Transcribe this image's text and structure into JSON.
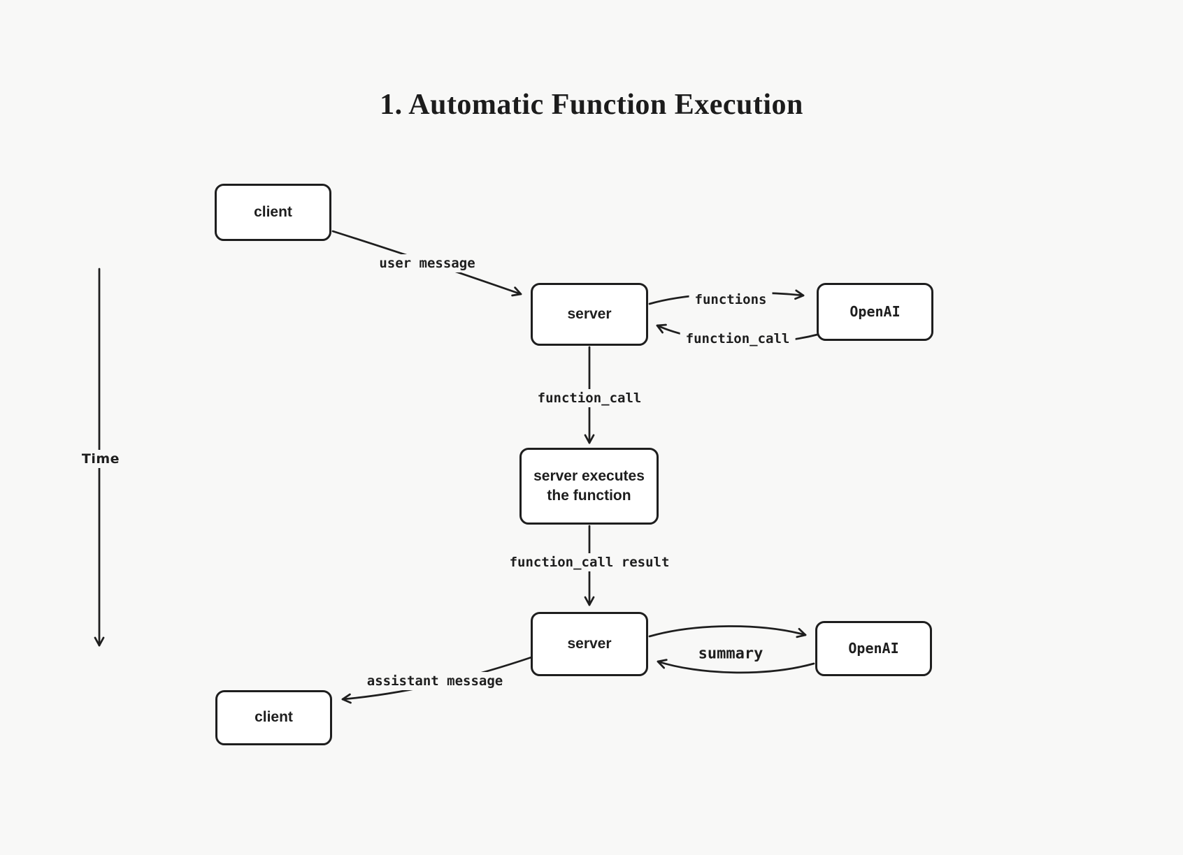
{
  "title": "1. Automatic Function Execution",
  "colors": {
    "background": "#f8f8f7",
    "stroke": "#1e1e1e",
    "node_fill": "#ffffff",
    "text": "#1e1e1e"
  },
  "time_axis": {
    "label": "Time",
    "direction": "down"
  },
  "nodes": {
    "client_top": {
      "label": "client"
    },
    "server_top": {
      "label": "server"
    },
    "openai_top": {
      "label": "OpenAI"
    },
    "server_executes": {
      "line1": "server executes",
      "line2": "the function"
    },
    "server_bottom": {
      "label": "server"
    },
    "openai_bottom": {
      "label": "OpenAI"
    },
    "client_bottom": {
      "label": "client"
    }
  },
  "edges": {
    "user_message": {
      "label": "user message",
      "from": "client_top",
      "to": "server_top"
    },
    "functions": {
      "label": "functions",
      "from": "server_top",
      "to": "openai_top"
    },
    "function_call_return": {
      "label": "function_call",
      "from": "openai_top",
      "to": "server_top"
    },
    "function_call_down": {
      "label": "function_call",
      "from": "server_top",
      "to": "server_executes"
    },
    "function_call_result": {
      "label": "function_call result",
      "from": "server_executes",
      "to": "server_bottom"
    },
    "summary": {
      "label": "summary",
      "from": "server_bottom",
      "to": "openai_bottom",
      "direction": "bidirectional"
    },
    "assistant_message": {
      "label": "assistant message",
      "from": "server_bottom",
      "to": "client_bottom"
    }
  }
}
